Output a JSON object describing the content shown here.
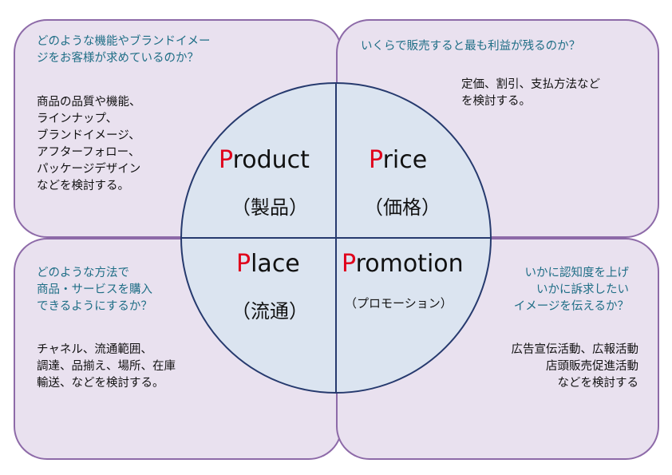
{
  "quadrants": {
    "top_left": {
      "question": [
        "どのような機能やブランドイメー",
        "ジをお客様が求めているのか？"
      ],
      "detail": [
        "商品の品質や機能、",
        "ラインナップ、",
        "ブランドイメージ、",
        "アフターフォロー、",
        "パッケージデザイン",
        "などを検討する。"
      ]
    },
    "top_right": {
      "question": [
        "いくらで販売すると最も利益が残るのか？"
      ],
      "detail": [
        "定価、割引、支払方法など",
        "を検討する。"
      ]
    },
    "bottom_left": {
      "question": [
        "どのような方法で",
        "商品・サービスを購入",
        "できるようにするか？"
      ],
      "detail": [
        "チャネル、流通範囲、",
        "調達、品揃え、場所、在庫",
        "輸送、などを検討する。"
      ]
    },
    "bottom_right": {
      "question": [
        "いかに認知度を上げ",
        "いかに訴求したい",
        "イメージを伝えるか？"
      ],
      "detail": [
        "広告宣伝活動、広報活動",
        "店頭販売促進活動",
        "などを検討する"
      ]
    }
  },
  "center": {
    "product": {
      "initial": "P",
      "rest": "roduct",
      "jp": "（製品）"
    },
    "price": {
      "initial": "P",
      "rest": "rice",
      "jp": "（価格）"
    },
    "place": {
      "initial": "P",
      "rest": "lace",
      "jp": "（流通）"
    },
    "promotion": {
      "initial": "P",
      "rest": "romotion",
      "jp": "（プロモーション）"
    }
  },
  "colors": {
    "quadrant_fill": "#e9e1ef",
    "quadrant_border": "#8d6aa8",
    "circle_fill": "#dbe4f0",
    "circle_border": "#263a6e",
    "question_text": "#1f6e86",
    "initial_letter": "#e0001b"
  }
}
